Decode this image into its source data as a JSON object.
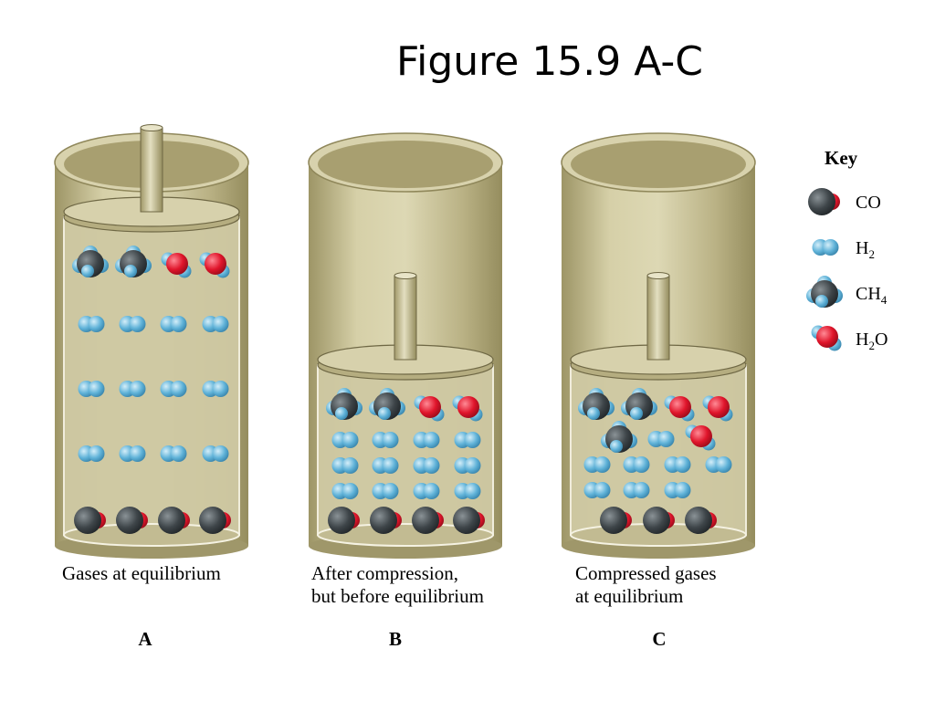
{
  "title": "Figure 15.9 A-C",
  "key": {
    "heading": "Key",
    "entries": [
      {
        "molecule": "CO",
        "text": "CO"
      },
      {
        "molecule": "H2",
        "text": "H",
        "sub": "2"
      },
      {
        "molecule": "CH4",
        "text": "CH",
        "sub": "4"
      },
      {
        "molecule": "H2O",
        "text": "H",
        "sub": "2",
        "tail": "O"
      }
    ]
  },
  "panels": [
    {
      "id": "A",
      "letter": "A",
      "caption": [
        "Gases at equilibrium"
      ],
      "piston": "high",
      "molecules": [
        {
          "type": "CH4",
          "count": 2
        },
        {
          "type": "H2O",
          "count": 2
        },
        {
          "type": "H2",
          "count": 12
        },
        {
          "type": "CO",
          "count": 4
        }
      ]
    },
    {
      "id": "B",
      "letter": "B",
      "caption": [
        "After compression,",
        "but before equilibrium"
      ],
      "piston": "low",
      "molecules": [
        {
          "type": "CH4",
          "count": 2
        },
        {
          "type": "H2O",
          "count": 2
        },
        {
          "type": "H2",
          "count": 12
        },
        {
          "type": "CO",
          "count": 4
        }
      ]
    },
    {
      "id": "C",
      "letter": "C",
      "caption": [
        "Compressed gases",
        "at equilibrium"
      ],
      "piston": "low",
      "molecules": [
        {
          "type": "CH4",
          "count": 3
        },
        {
          "type": "H2O",
          "count": 3
        },
        {
          "type": "H2",
          "count": 8
        },
        {
          "type": "CO",
          "count": 3
        }
      ]
    }
  ],
  "colors": {
    "cylinder": "#c9c29a",
    "cylinder_dark": "#a39b6c",
    "cylinder_light": "#e6e1c2",
    "carbon": "#3e4549",
    "oxygen": "#e0152b",
    "hydrogen": "#5fb2d8"
  }
}
